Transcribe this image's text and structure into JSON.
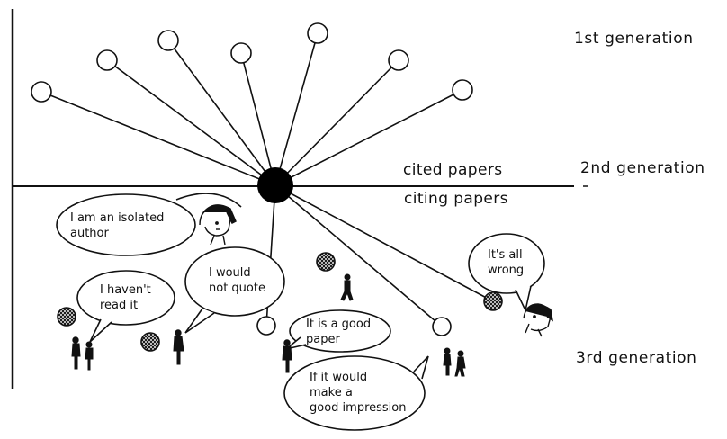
{
  "generations": {
    "first": "1st generation",
    "second": "2nd generation",
    "third": "3rd generation"
  },
  "divider": {
    "upper": "cited papers",
    "lower": "citing papers"
  },
  "speech": {
    "isolated": "I am an isolated\nauthor",
    "would_not_quote": "I would\nnot quote",
    "havent_read": "I haven't\nread it",
    "good_paper": "It is a good\npaper",
    "impression": "If it would\nmake a\ngood impression",
    "all_wrong": "It's all\nwrong"
  },
  "colors": {
    "ink": "#111111",
    "node_fill": "#ffffff",
    "hub_fill": "#000000",
    "background": "#ffffff"
  }
}
